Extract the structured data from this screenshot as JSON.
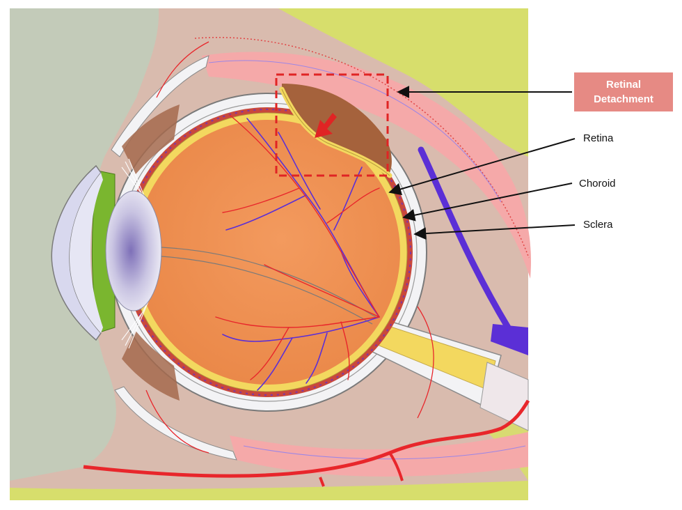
{
  "labels": {
    "retinal_detachment": "Retinal\nDetachment",
    "retina": "Retina",
    "choroid": "Choroid",
    "sclera": "Sclera"
  },
  "colors": {
    "skin_grey": "#c3cbb9",
    "tissue_tan": "#d9bbae",
    "fat_yellow": "#d7de6c",
    "muscle_pink": "#f5a9a9",
    "sclera_white": "#f3f3f5",
    "vitreous_orange": "#f0965a",
    "retina_yellow": "#f3d85f",
    "choroid_red": "#c9483c",
    "vein_purple": "#5b2fd6",
    "artery_red": "#e8262b",
    "iris_green": "#7ab62f",
    "highlight_red": "#e02424",
    "label_box": "#e68a84"
  }
}
